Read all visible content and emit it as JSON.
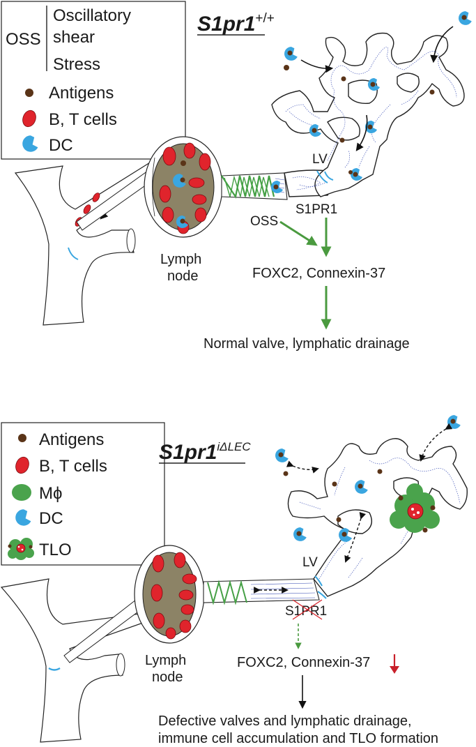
{
  "top_panel": {
    "title_gene": "S1pr1",
    "title_sup": "+/+",
    "legend": {
      "oss_abbrev": "OSS",
      "oss_lines": [
        "Oscillatory",
        "shear",
        "Stress"
      ],
      "antigens": "Antigens",
      "bt_cells": "B, T cells",
      "dc": "DC"
    },
    "lv_label": "LV",
    "node_label_1": "Lymph",
    "node_label_2": "node",
    "oss_label": "OSS",
    "s1pr1_label": "S1PR1",
    "foxc2_label": "FOXC2, Connexin-37",
    "outcome": "Normal valve, lymphatic drainage"
  },
  "bottom_panel": {
    "title_gene": "S1pr1",
    "title_sup": "iΔLEC",
    "legend": {
      "antigens": "Antigens",
      "bt_cells": "B, T cells",
      "macrophage": "Mϕ",
      "dc": "DC",
      "tlo": "TLO"
    },
    "lv_label": "LV",
    "node_label_1": "Lymph",
    "node_label_2": "node",
    "s1pr1_label": "S1PR1",
    "foxc2_label": "FOXC2, Connexin-37",
    "outcome_line1": "Defective valves and lymphatic drainage,",
    "outcome_line2": "immune cell accumulation and TLO formation"
  },
  "colors": {
    "antigen": "#5a3418",
    "bt_cell": "#e0242c",
    "dc": "#3aa6e0",
    "macrophage": "#4aa34c",
    "node_tissue": "#8c8366",
    "green_arrow": "#4a9a3f",
    "down_arrow": "#c8202a"
  }
}
